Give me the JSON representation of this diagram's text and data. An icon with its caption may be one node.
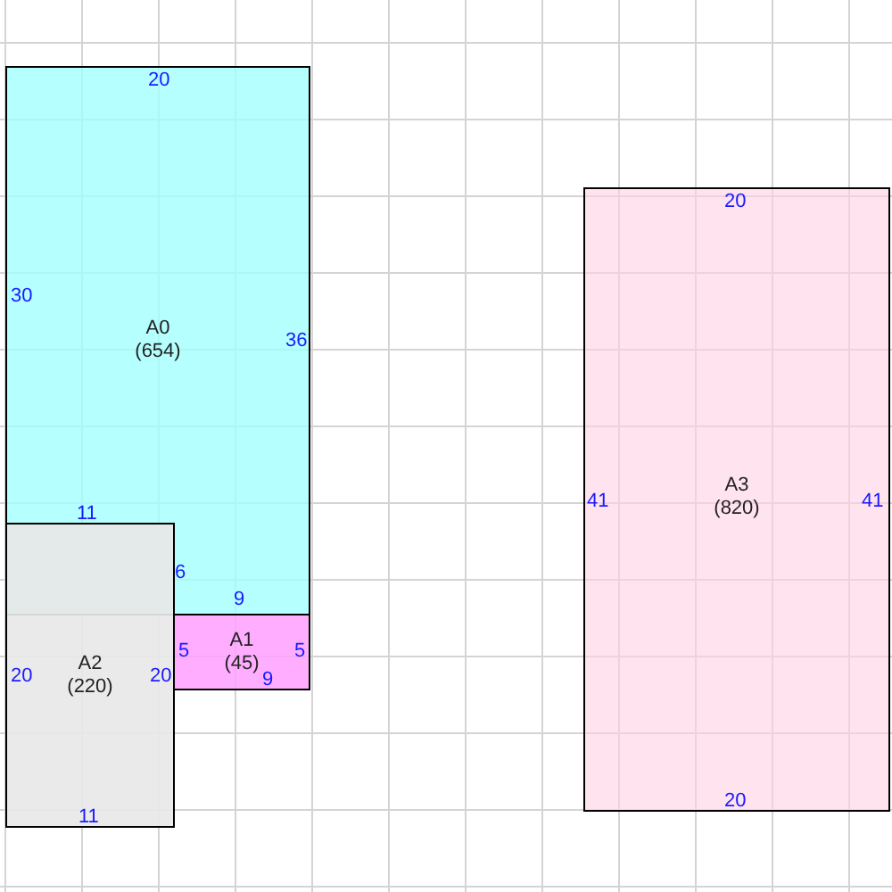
{
  "diagram": {
    "nodes": [
      {
        "text": [
          "A0",
          "(654)",
          "20",
          "30",
          "36",
          "11",
          "6",
          "9"
        ]
      },
      {
        "text": [
          "A1",
          "(45)",
          "5",
          "5",
          "9"
        ]
      },
      {
        "text": [
          "A2",
          "(220)",
          "20",
          "20",
          "11"
        ]
      },
      {
        "text": [
          "A3",
          "(820)",
          "20",
          "41",
          "41",
          "20"
        ]
      }
    ]
  }
}
